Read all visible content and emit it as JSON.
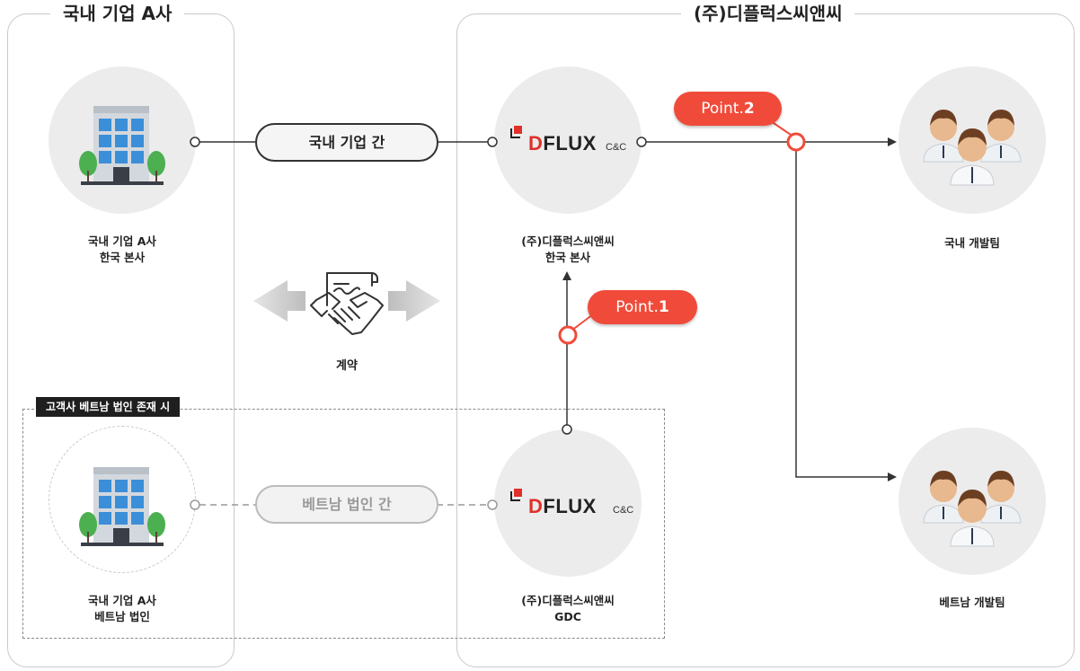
{
  "groups": {
    "left_title": "국내 기업 A사",
    "right_title": "(주)디플럭스씨앤씨"
  },
  "nodes": {
    "company_hq": {
      "line1": "국내 기업 A사",
      "line2": "한국 본사"
    },
    "company_vn": {
      "line1": "국내 기업 A사",
      "line2": "베트남 법인"
    },
    "dflux_hq": {
      "line1": "(주)디플럭스씨앤씨",
      "line2": "한국 본사"
    },
    "dflux_gdc": {
      "line1": "(주)디플럭스씨앤씨",
      "line2": "GDC"
    },
    "team_kr": {
      "label": "국내 개발팀"
    },
    "team_vn": {
      "label": "베트남 개발팀"
    }
  },
  "logo": {
    "brand_first": "D",
    "brand_rest": "FLUX",
    "suffix": "C&C"
  },
  "links": {
    "domestic": "국내 기업 간",
    "vietnam": "베트남 법인 간"
  },
  "contract": {
    "label": "계약"
  },
  "vietnam_tag": "고객사 베트남 법인 존재 시",
  "points": {
    "p1_prefix": "Point.",
    "p1_num": "1",
    "p2_prefix": "Point.",
    "p2_num": "2"
  },
  "colors": {
    "accent": "#f04b3a",
    "line": "#333333",
    "muted": "#aaaaaa",
    "circle_bg": "#ececec"
  }
}
